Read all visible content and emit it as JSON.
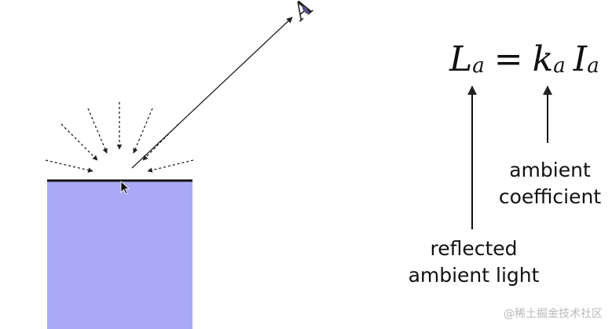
{
  "formula": {
    "lhs": "L",
    "lhs_sub": "a",
    "eq": "=",
    "coef": "k",
    "coef_sub": "a",
    "intensity": "I",
    "intensity_sub": "a"
  },
  "labels": {
    "ambient_coefficient": [
      "ambient",
      "coefficient"
    ],
    "reflected_ambient_light": [
      "reflected",
      "ambient light"
    ]
  },
  "viewer_glyph": "A",
  "watermark": "@稀土掘金技术社区",
  "colors": {
    "surface_fill": "#a9a9f7",
    "surface_edge": "#111111",
    "arrow": "#222222",
    "eye_accent": "#5a4f8a"
  }
}
